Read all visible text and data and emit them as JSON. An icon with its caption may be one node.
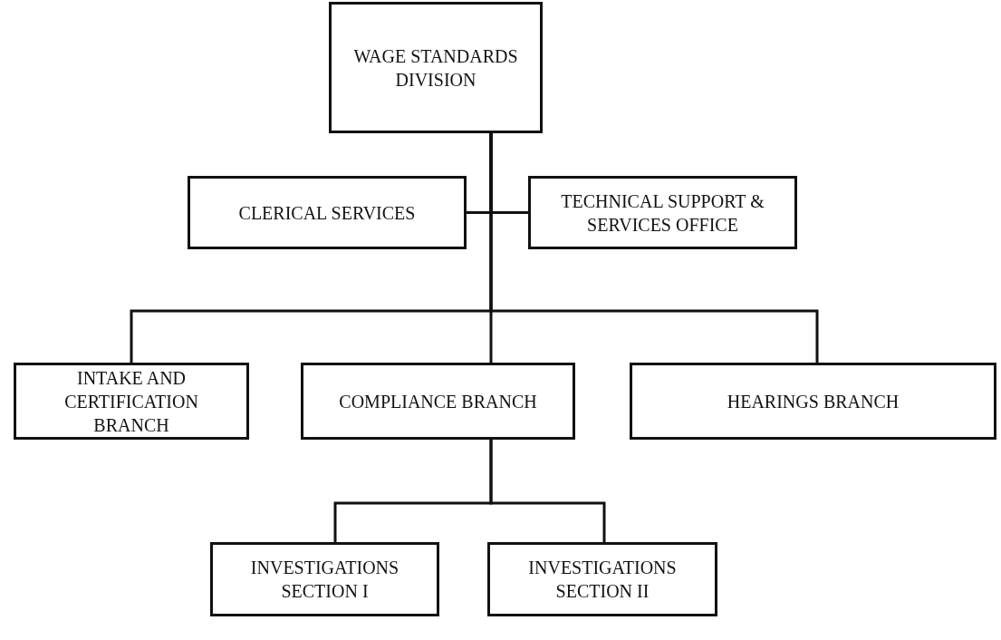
{
  "diagram": {
    "nodes": [
      {
        "text": [
          "WAGE STANDARDS DIVISION"
        ]
      },
      {
        "text": [
          "CLERICAL SERVICES"
        ]
      },
      {
        "text": [
          "TECHNICAL SUPPORT & SERVICES OFFICE"
        ]
      },
      {
        "text": [
          "INTAKE AND CERTIFICATION BRANCH"
        ]
      },
      {
        "text": [
          "COMPLIANCE BRANCH"
        ]
      },
      {
        "text": [
          "HEARINGS BRANCH"
        ]
      },
      {
        "text": [
          "INVESTIGATIONS SECTION I"
        ]
      },
      {
        "text": [
          "INVESTIGATIONS SECTION II"
        ]
      }
    ],
    "edges": [
      {
        "from": 0,
        "to": 1,
        "arrow": "none"
      },
      {
        "from": 0,
        "to": 2,
        "arrow": "none"
      },
      {
        "from": 0,
        "to": 3,
        "arrow": "none"
      },
      {
        "from": 0,
        "to": 4,
        "arrow": "none"
      },
      {
        "from": 0,
        "to": 5,
        "arrow": "none"
      },
      {
        "from": 4,
        "to": 6,
        "arrow": "none"
      },
      {
        "from": 4,
        "to": 7,
        "arrow": "none"
      }
    ]
  }
}
